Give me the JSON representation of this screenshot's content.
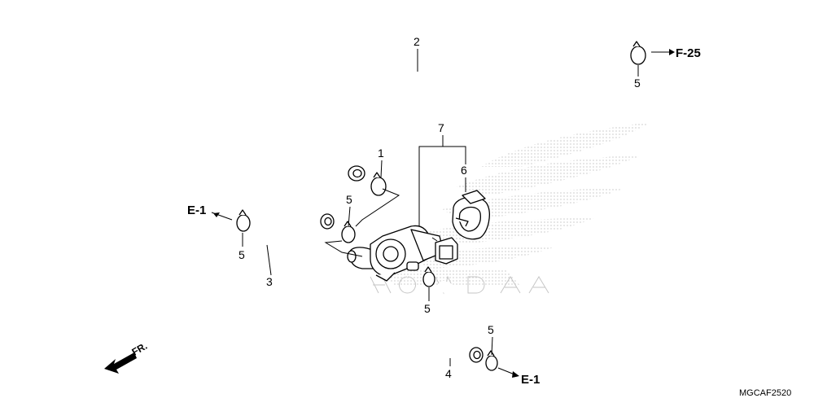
{
  "callouts": {
    "c1": "1",
    "c2": "2",
    "c3": "3",
    "c4": "4",
    "c5a": "5",
    "c5b": "5",
    "c5c": "5",
    "c5d": "5",
    "c5e": "5",
    "c6": "6",
    "c7": "7"
  },
  "references": {
    "top_right": "F-25",
    "left": "E-1",
    "bottom": "E-1"
  },
  "direction_label": "FR.",
  "diagram_code": "MGCAF2520",
  "icons": [
    "front-direction-arrow-icon",
    "reference-arrow-icon"
  ]
}
